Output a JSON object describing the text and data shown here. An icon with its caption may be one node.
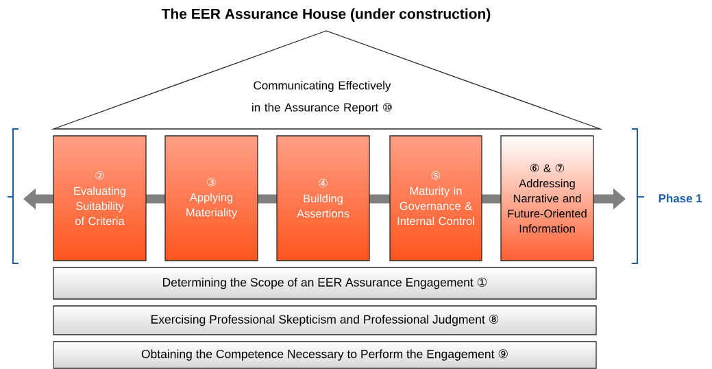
{
  "diagram": {
    "title": "The EER Assurance House (under construction)",
    "nodes": [
      {
        "text": [
          "Communicating Effectively in the Assurance Report ⑩"
        ]
      },
      {
        "text": [
          "②",
          "Evaluating Suitability of Criteria"
        ]
      },
      {
        "text": [
          "③",
          "Applying Materiality"
        ]
      },
      {
        "text": [
          "④",
          "Building Assertions"
        ]
      },
      {
        "text": [
          "⑤",
          "Maturity in Governance & Internal Control"
        ]
      },
      {
        "text": [
          "⑥ & ⑦",
          "Addressing Narrative and Future-Oriented Information"
        ]
      },
      {
        "text": [
          "Determining the Scope of an EER Assurance Engagement ①"
        ]
      },
      {
        "text": [
          "Exercising Professional Skepticism and Professional Judgment ⑧"
        ]
      },
      {
        "text": [
          "Obtaining the Competence Necessary to Perform the Engagement ⑨"
        ]
      }
    ],
    "labels": [
      "Phase 1"
    ]
  }
}
